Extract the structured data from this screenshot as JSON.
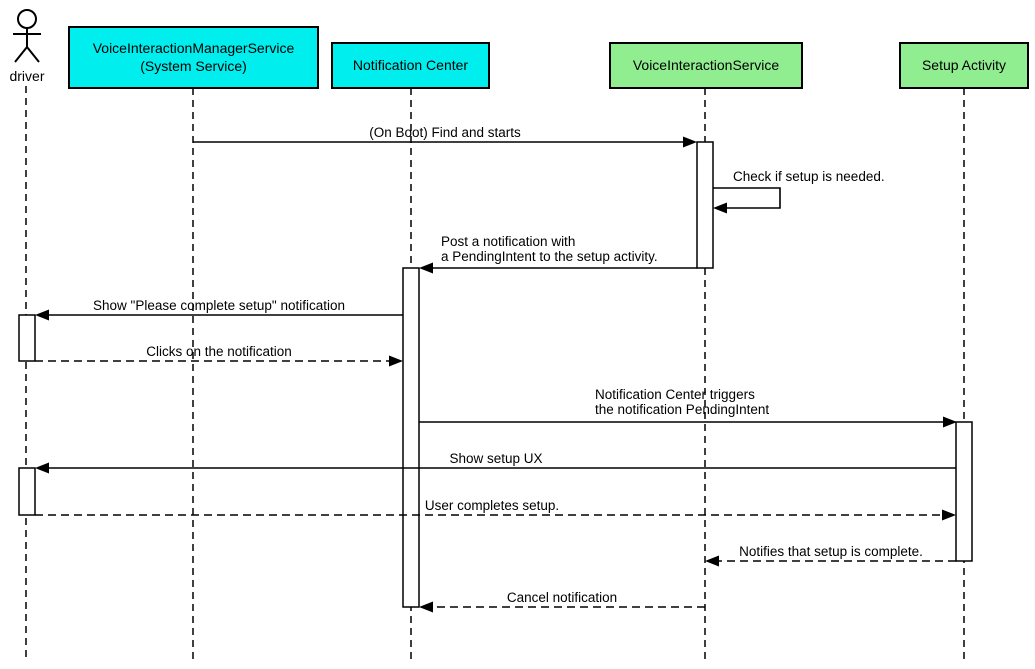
{
  "diagram": {
    "type": "uml-sequence-diagram",
    "background": "#ffffff",
    "colors": {
      "system_service_fill": "#00eeee",
      "app_fill": "#90ee90",
      "activation_fill": "#ffffff",
      "line_color": "#000000"
    },
    "participants": [
      {
        "id": "driver",
        "kind": "actor",
        "label": "driver"
      },
      {
        "id": "vims",
        "kind": "box",
        "fill": "#00eeee",
        "lines": [
          "VoiceInteractionManagerService",
          "(System Service)"
        ]
      },
      {
        "id": "notification-center",
        "kind": "box",
        "fill": "#00eeee",
        "label": "Notification Center"
      },
      {
        "id": "vis",
        "kind": "box",
        "fill": "#90ee90",
        "label": "VoiceInteractionService"
      },
      {
        "id": "setup-activity",
        "kind": "box",
        "fill": "#90ee90",
        "label": "Setup Activity"
      }
    ],
    "messages": [
      {
        "from": "vims",
        "to": "vis",
        "line": "solid",
        "label": "(On Boot) Find and starts"
      },
      {
        "from": "vis",
        "to": "vis",
        "line": "solid",
        "self": true,
        "label": "Check if setup is needed."
      },
      {
        "from": "vis",
        "to": "notification-center",
        "line": "solid",
        "lines": [
          "Post a notification with",
          "a PendingIntent to the setup activity."
        ]
      },
      {
        "from": "notification-center",
        "to": "driver",
        "line": "solid",
        "label": "Show \"Please complete setup\" notification"
      },
      {
        "from": "driver",
        "to": "notification-center",
        "line": "dashed",
        "label": "Clicks on the notification"
      },
      {
        "from": "notification-center",
        "to": "setup-activity",
        "line": "solid",
        "lines": [
          "Notification Center triggers",
          "the notification PendingIntent"
        ]
      },
      {
        "from": "setup-activity",
        "to": "driver",
        "line": "solid",
        "label": "Show setup UX"
      },
      {
        "from": "driver",
        "to": "setup-activity",
        "line": "dashed",
        "label": "User completes setup."
      },
      {
        "from": "setup-activity",
        "to": "vis",
        "line": "dashed",
        "label": "Notifies that setup is complete."
      },
      {
        "from": "vis",
        "to": "notification-center",
        "line": "dashed",
        "label": "Cancel notification"
      }
    ]
  }
}
